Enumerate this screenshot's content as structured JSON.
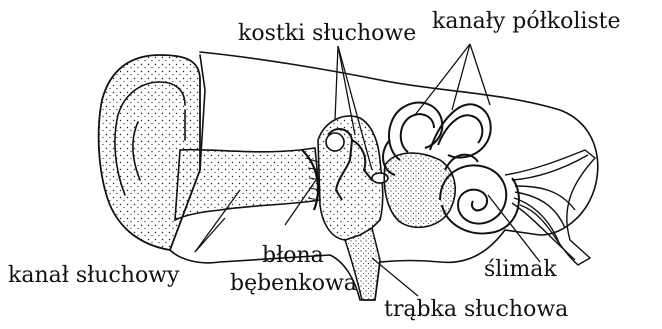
{
  "labels": {
    "ossicles": "kostki słuchowe",
    "semicircular_canals": "kanały półkoliste",
    "ear_canal": "kanał słuchowy",
    "eardrum_line1": "błona",
    "eardrum_line2": "bębenkowa",
    "cochlea": "ślimak",
    "eustachian_tube": "trąbka słuchowa"
  }
}
